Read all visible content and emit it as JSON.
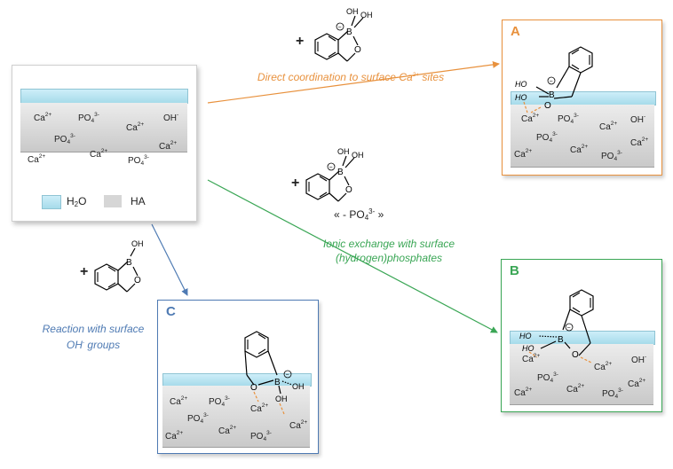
{
  "ions": {
    "ca": "Ca",
    "ca_charge": "2+",
    "po4": "PO",
    "po4_sub": "4",
    "po4_charge": "3-",
    "oh": "OH",
    "oh_charge": "-"
  },
  "legend": {
    "h2o_main": "H",
    "h2o_sub": "2",
    "h2o_tail": "O",
    "ha": "HA"
  },
  "reagents": {
    "plus": "+",
    "boron": "B",
    "oxygen": "O",
    "oh": "OH",
    "ho": "HO",
    "minus_sign": "−",
    "po4_removed_left": "« - PO",
    "po4_removed_sub": "4",
    "po4_removed_charge": "3-",
    "po4_removed_right": " »"
  },
  "routes": {
    "direct": {
      "text_main": "Direct coordination to surface Ca",
      "text_sup": "2+",
      "text_tail": " sites",
      "color": "#e8913d"
    },
    "ionic": {
      "line1": "Ionic exchange with surface",
      "line2": "(hydrogen)phosphates",
      "color": "#3aa655"
    },
    "oh_reaction": {
      "line1": "Reaction with surface",
      "line2_main": "OH",
      "line2_sup": "-",
      "line2_tail": " groups",
      "color": "#4e7ab3"
    }
  },
  "boxes": {
    "a": {
      "label": "A",
      "color": "#e8913d"
    },
    "b": {
      "label": "B",
      "color": "#3aa655"
    },
    "c": {
      "label": "C",
      "color": "#4e7ab3"
    }
  }
}
